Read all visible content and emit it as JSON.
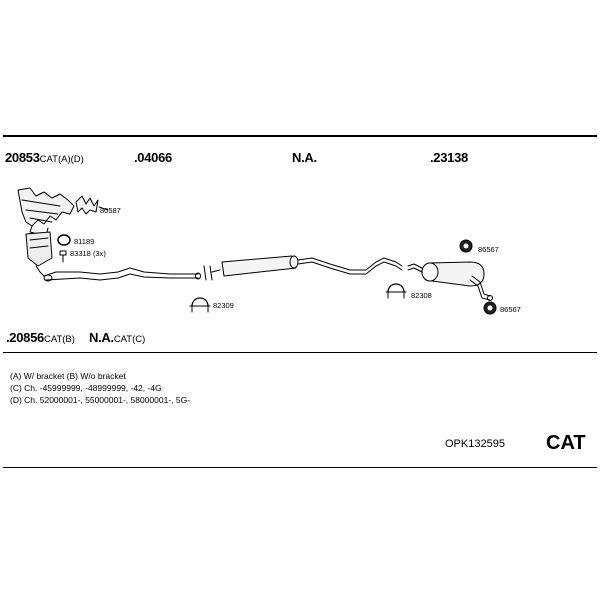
{
  "headers": {
    "h1_num": "20853",
    "h1_suffix": "CAT(A)(D)",
    "h2": ".04066",
    "h3": "N.A.",
    "h4": ".23138"
  },
  "subheaders": {
    "s1_num": ".20856",
    "s1_suffix": "CAT(B)",
    "s2_num": "N.A.",
    "s2_suffix": "CAT(C)"
  },
  "parts": {
    "p80587": "80587",
    "p81189": "81189",
    "p83318": "83318 (3x)",
    "p82309": "82309",
    "p82308": "82308",
    "p86567a": "86567",
    "p86567b": "86567"
  },
  "notes": [
    "(A) W/ bracket (B) W/o bracket",
    "(C) Ch. -45999999, -48999999, -42, -4G",
    "(D) Ch. 52000001-, 55000001-, 58000001-, 5G-"
  ],
  "footer": {
    "code": "OPK132595",
    "type": "CAT"
  }
}
